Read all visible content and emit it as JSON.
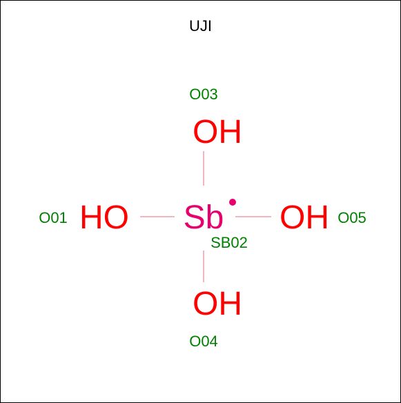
{
  "title": "UJI",
  "colors": {
    "oxygen": "#ff0000",
    "antimony": "#e6006e",
    "atom_label": "#008000",
    "bond": "#f4b6bd",
    "border": "#000000"
  },
  "center": {
    "symbol": "Sb",
    "label": "SB02",
    "radical_dot": true
  },
  "substituents": {
    "top": {
      "text": "OH",
      "label": "O03"
    },
    "bottom": {
      "text": "OH",
      "label": "O04"
    },
    "left": {
      "text": "HO",
      "label": "O01"
    },
    "right": {
      "text": "OH",
      "label": "O05"
    }
  }
}
